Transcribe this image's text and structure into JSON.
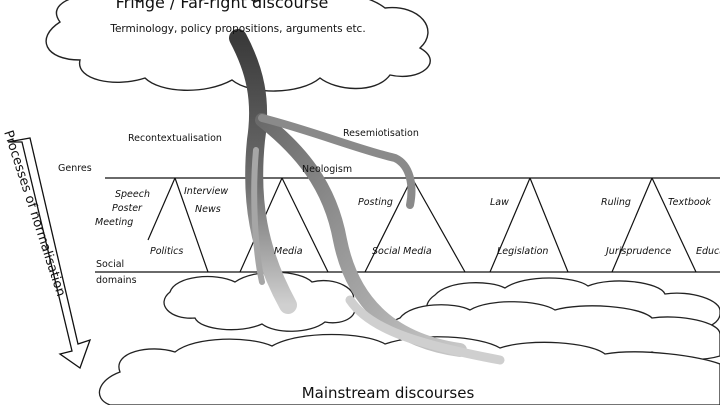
{
  "top_cloud": {
    "title": "Fringe / Far-right discourse",
    "subtitle": "Terminology, policy propositions, arguments etc."
  },
  "processes": {
    "recontextualisation": "Recontextualisation",
    "resemiotisation": "Resemiotisation",
    "neologism": "Neologism"
  },
  "band": {
    "genres_label": "Genres",
    "domains_label": "Social\ndomains"
  },
  "genres": [
    "Speech",
    "Poster",
    "Meeting",
    "Interview",
    "News",
    "Posting",
    "Law",
    "Ruling",
    "Textbook"
  ],
  "domains": [
    "Politics",
    "Media",
    "Social Media",
    "Legislation",
    "Jurisprudence",
    "Educa"
  ],
  "side_label": "Processes of normalisation",
  "bottom_cloud": {
    "title": "Mainstream discourses"
  }
}
